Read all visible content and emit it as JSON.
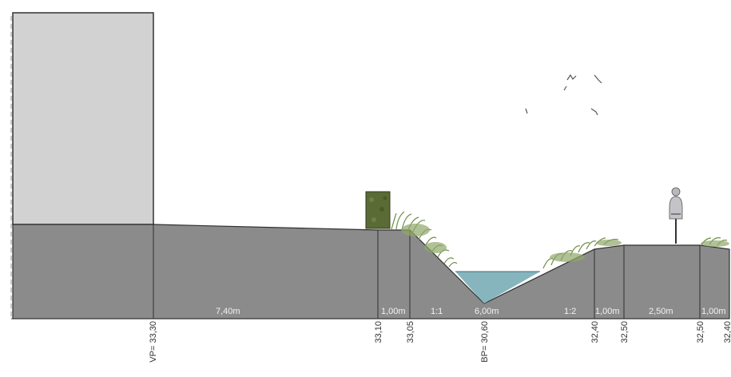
{
  "section": {
    "colors": {
      "building": "#d2d2d2",
      "ground": "#8b8b8b",
      "water": "#7fb1ba",
      "hedge": "#5a6b35",
      "grass": "#6f8f4a",
      "cyclist": "#b9b9bd"
    },
    "widths": [
      "7,40m",
      "1,00m",
      "1:1",
      "6,00m",
      "1:2",
      "1,00m",
      "2,50m",
      "1,00m"
    ],
    "elevations": {
      "vp": "VP= 33,30",
      "e1": "33,10",
      "e2": "33,05",
      "bp": "BP= 30,60",
      "e3": "32,40",
      "e4": "32,50",
      "e5": "32,50",
      "e6": "32,40"
    },
    "icons": [
      "bird-icon",
      "cyclist-icon",
      "hedge-icon",
      "grass-icon"
    ]
  }
}
